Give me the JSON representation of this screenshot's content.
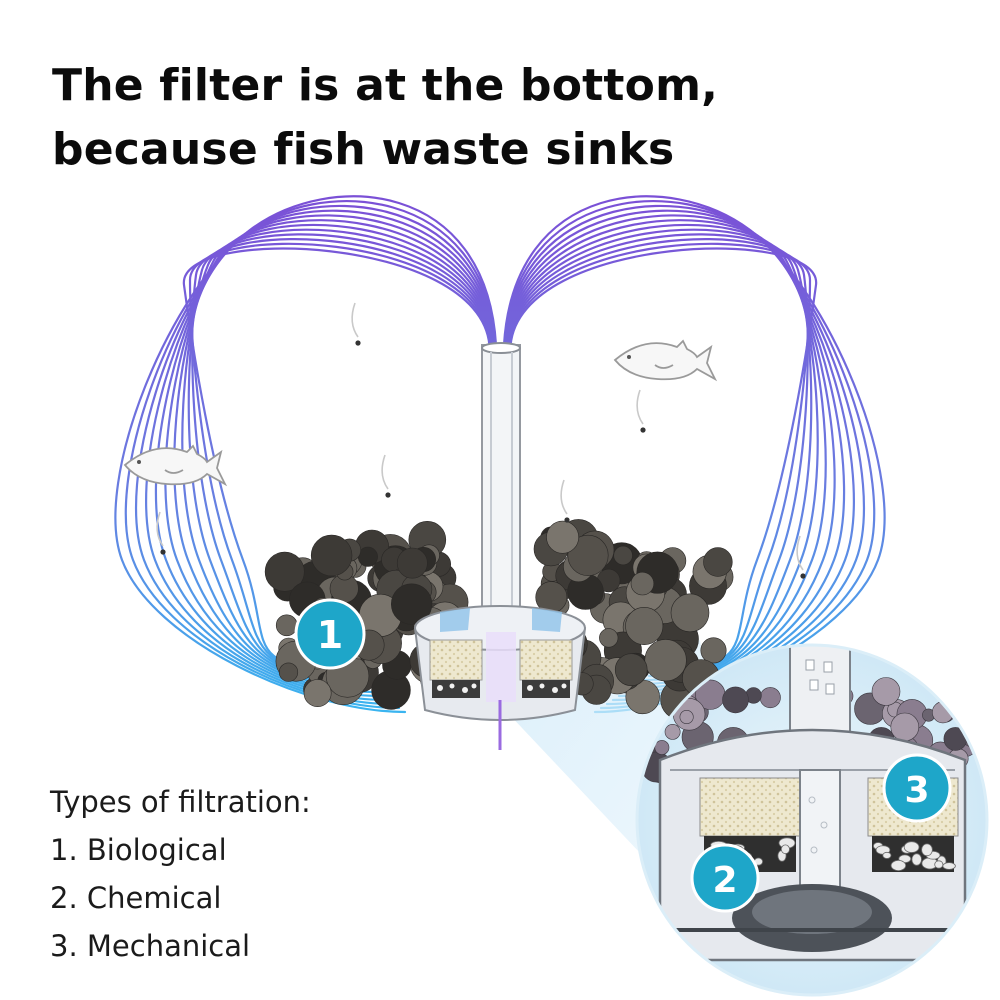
{
  "headline": {
    "line1": "The filter is at the bottom,",
    "line2": "because fish waste sinks"
  },
  "legend": {
    "heading": "Types of filtration:",
    "items": [
      "1. Biological",
      "2. Chemical",
      "3. Mechanical"
    ]
  },
  "badges": {
    "main_biological": "1",
    "detail_chemical": "2",
    "detail_mechanical": "3"
  },
  "colors": {
    "flow_top": "#7b4fd6",
    "flow_bottom": "#38b6f0",
    "badge": "#1ea6c9",
    "rock": "#4a4742",
    "background": "#ffffff"
  },
  "icons": [
    "fish-icon",
    "waste-particle-icon",
    "rock-pile",
    "filter-cartridge",
    "outlet-tube",
    "magnifier-detail-view"
  ]
}
